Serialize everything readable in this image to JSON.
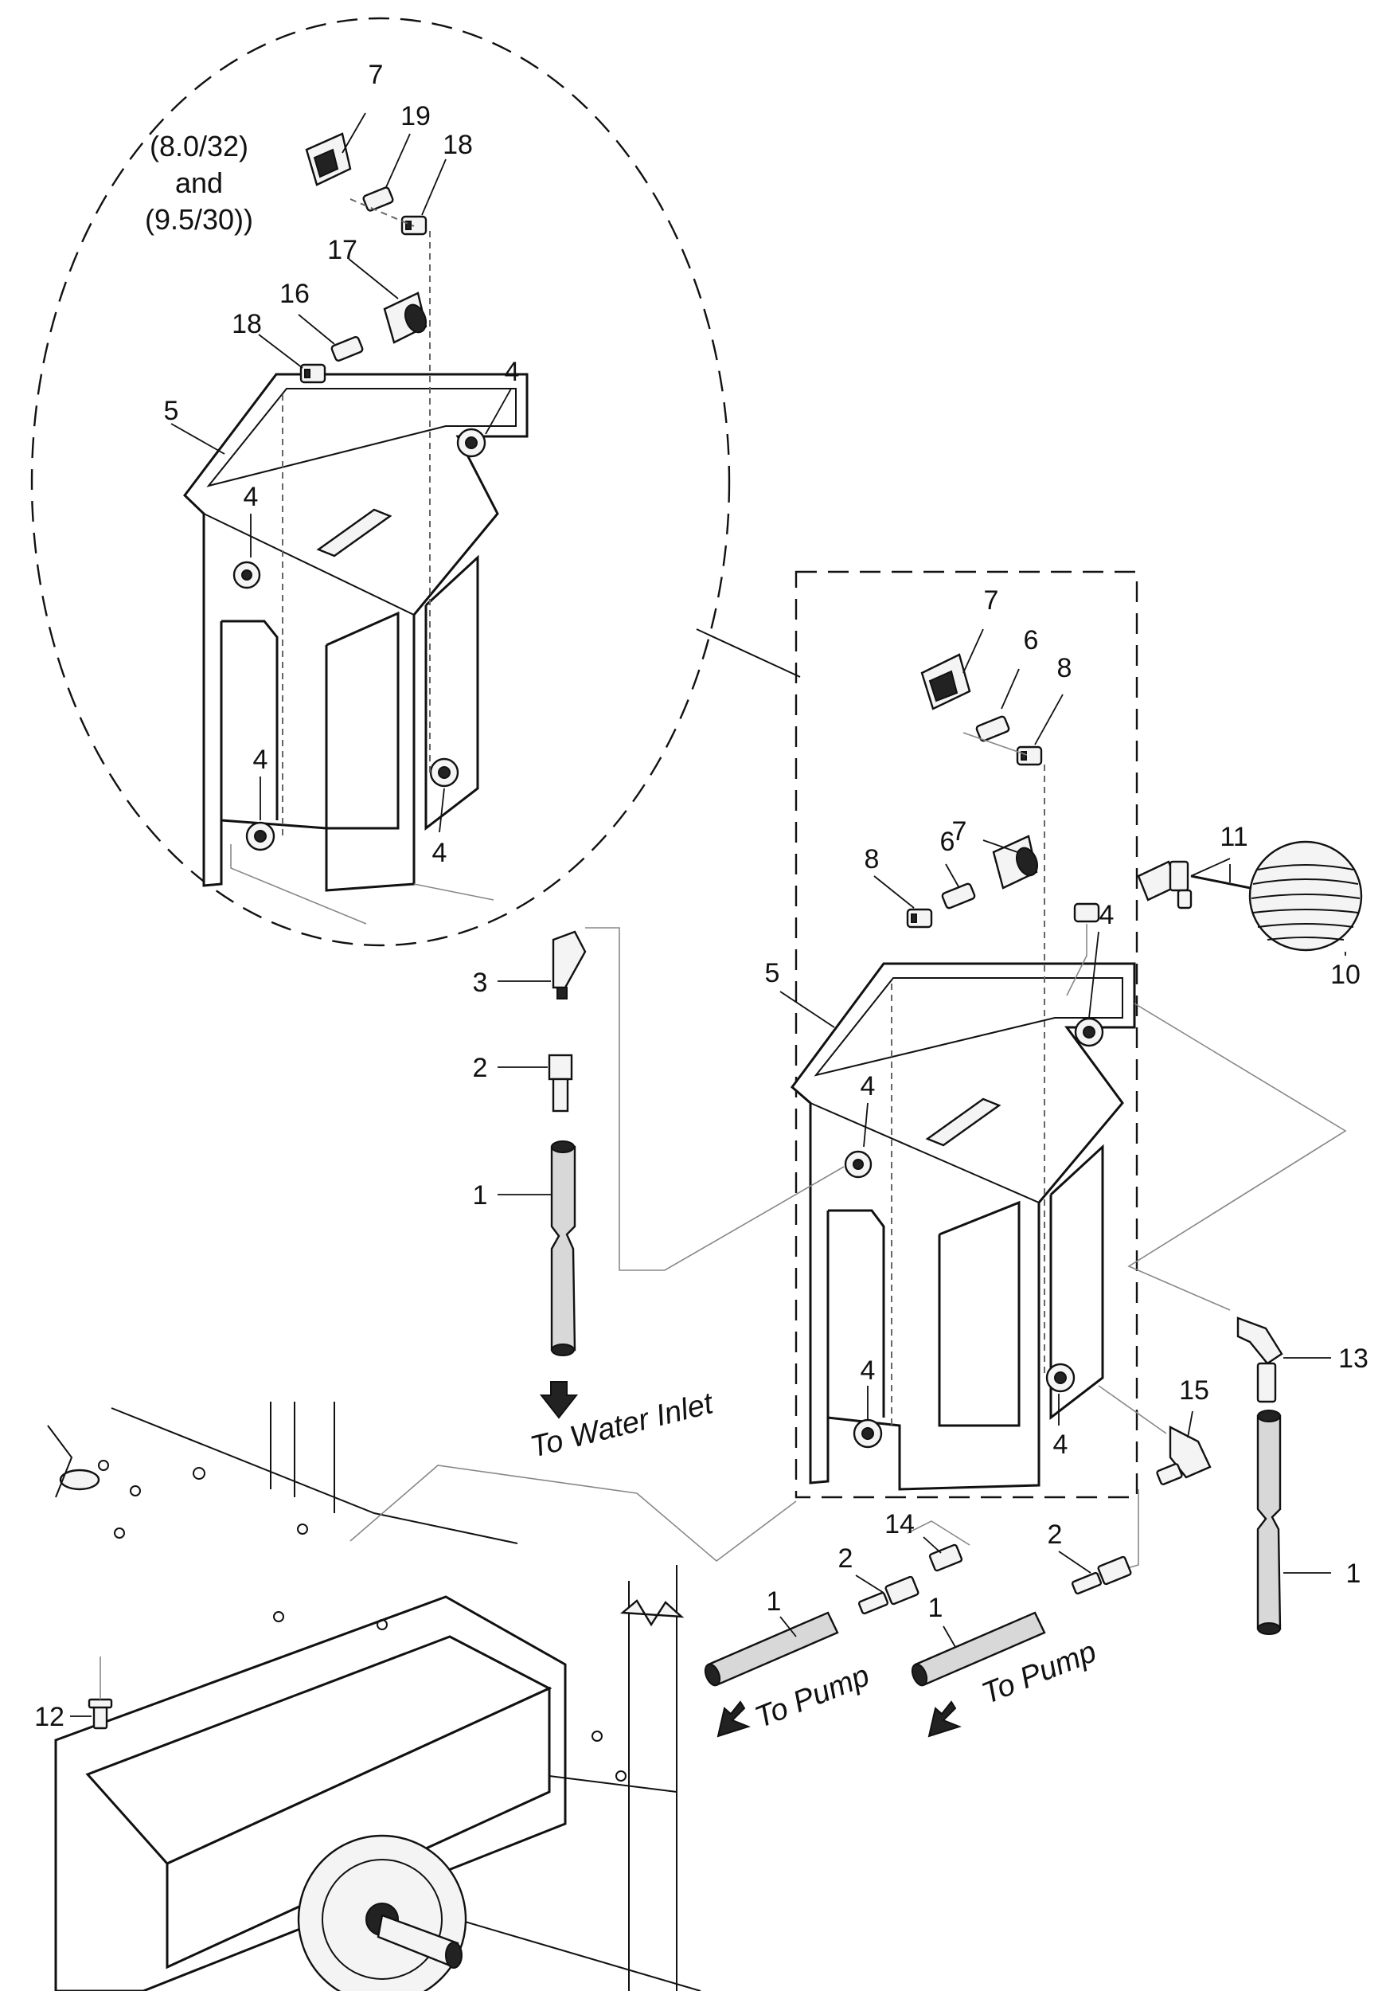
{
  "variant_note": [
    "(8.0/32)",
    "and",
    "(9.5/30))"
  ],
  "flow_labels": {
    "water_inlet": "To Water Inlet",
    "pump_left": "To Pump",
    "pump_right": "To Pump"
  },
  "callouts": {
    "c1_hose_inlet": "1",
    "c1_hose_pump_left": "1",
    "c1_hose_pump_mid": "1",
    "c1_hose_right": "1",
    "c2_fitting_inlet": "2",
    "c2_fitting_pump_left": "2",
    "c2_fitting_pump_right": "2",
    "c3_elbow_inlet": "3",
    "c4_detail_top_right": "4",
    "c4_detail_mid_left": "4",
    "c4_detail_low_left": "4",
    "c4_detail_low_right": "4",
    "c4_main_top_right": "4",
    "c4_main_mid_left": "4",
    "c4_main_low_left": "4",
    "c4_main_low_right": "4",
    "c5_detail_tank": "5",
    "c5_main_tank": "5",
    "c6_upper": "6",
    "c6_lower": "6",
    "c7_detail": "7",
    "c7_main_upper": "7",
    "c7_main_lower": "7",
    "c8_upper": "8",
    "c8_lower": "8",
    "c10_float": "10",
    "c11_float_valve": "11",
    "c12_screw": "12",
    "c13_elbow_right": "13",
    "c14_nipple": "14",
    "c15_elbow_pump": "15",
    "c16_detail": "16",
    "c17_detail": "17",
    "c18_detail_upper": "18",
    "c18_detail_lower": "18",
    "c19_detail": "19"
  }
}
